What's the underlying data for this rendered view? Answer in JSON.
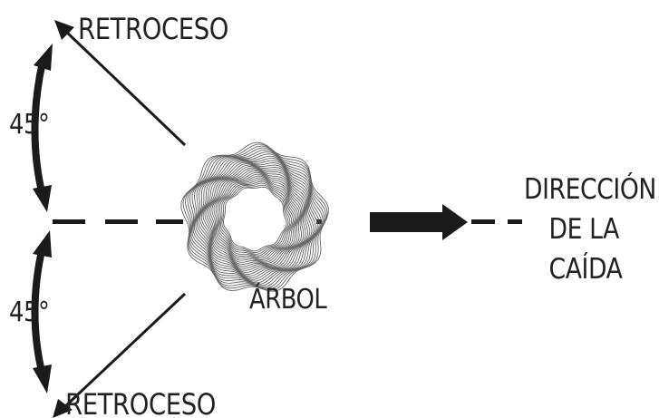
{
  "labels": {
    "retreat_top": "RETROCESO",
    "retreat_bottom": "RETROCESO",
    "angle_top": "45°",
    "angle_bottom": "45°",
    "tree": "ÁRBOL",
    "fall_direction": [
      "DIRECCIÓN",
      "DE LA",
      "CAÍDA"
    ]
  },
  "colors": {
    "ink": "#1a1a1a",
    "ring": "#666666"
  }
}
